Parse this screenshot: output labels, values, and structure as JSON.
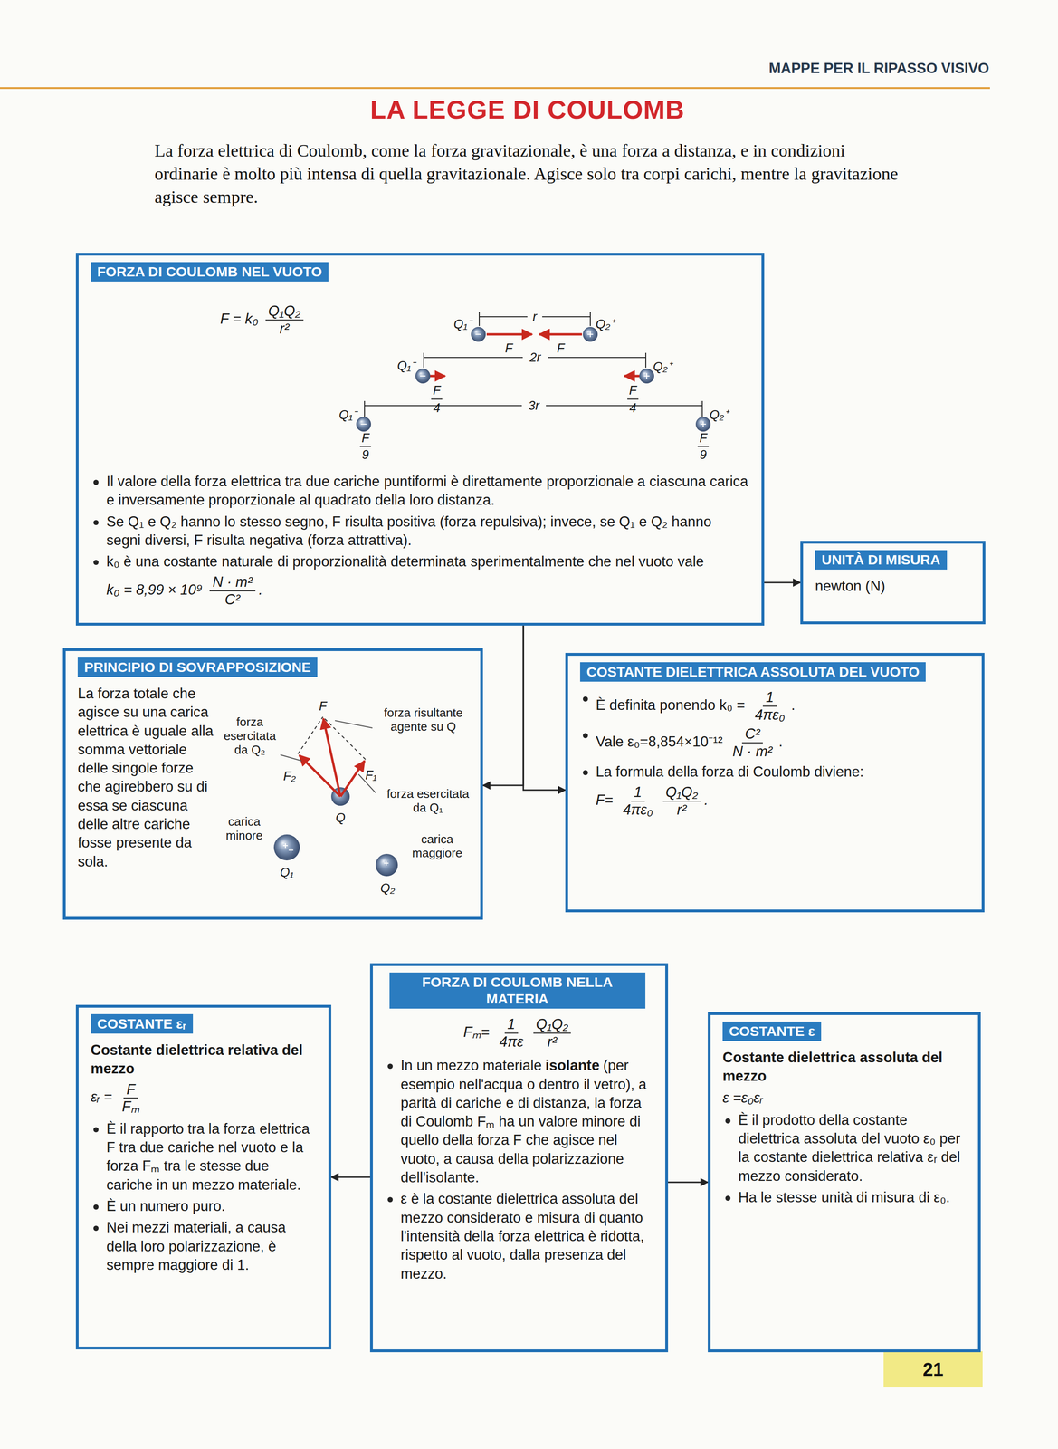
{
  "diagram": {
    "title": "LA LEGGE DI COULOMB",
    "nodes": [
      {
        "text": [
          "FORZA DI COULOMB NEL VUOTO",
          "F = k₀",
          "Q₁Q₂",
          "r²",
          "Il valore della forza elettrica tra due cariche puntiformi è direttamente proporzionale a ciascuna carica e inversamente proporzionale al quadrato della loro distanza.",
          "Se Q₁ e Q₂ hanno lo stesso segno, F risulta positiva (forza repulsiva); invece, se Q₁ e Q₂ hanno segni diversi, F risulta negativa (forza attrattiva).",
          "k₀ è una costante naturale di proporzionalità determinata sperimentalmente che nel vuoto vale",
          "k₀ = 8,99 × 10⁹",
          "N · m²",
          "C²",
          "."
        ]
      },
      {
        "text": [
          "UNITÀ DI MISURA",
          "newton (N)"
        ]
      },
      {
        "text": [
          "PRINCIPIO DI SOVRAPPOSIZIONE",
          "La forza totale che agisce su una carica elettrica è uguale alla somma vettoriale delle singole forze che agirebbero su di essa se ciascuna delle altre cariche fosse presente da sola."
        ]
      },
      {
        "text": [
          "COSTANTE DIELETTRICA ASSOLUTA DEL VUOTO",
          "È definita ponendo k₀ =",
          "1",
          "4πε₀",
          ".",
          "Vale ε₀=8,854×10⁻¹²",
          "C²",
          "N · m²",
          ".",
          "La formula della forza di Coulomb diviene:",
          "F=",
          "1",
          "4πε₀",
          "Q₁Q₂",
          "r²",
          "."
        ]
      },
      {
        "text": [
          "FORZA DI COULOMB NELLA MATERIA",
          "Fₘ=",
          "1",
          "4πε",
          "Q₁Q₂",
          "r²",
          "In un mezzo materiale",
          "isolante",
          "(per esempio nell'acqua o dentro il vetro), a parità di cariche e di distanza, la forza di Coulomb Fₘ ha un valore minore di quello della forza F che agisce nel vuoto, a causa della polarizzazione dell'isolante.",
          "ε è la costante dielettrica assoluta del mezzo considerato e misura di quanto l'intensità della forza elettrica è ridotta, rispetto al vuoto, dalla presenza del mezzo."
        ]
      },
      {
        "text": [
          "COSTANTE εᵣ",
          "Costante dielettrica relativa del mezzo",
          "εᵣ =",
          "F",
          "Fₘ",
          "È il rapporto tra la forza elettrica F tra due cariche nel vuoto e la forza Fₘ tra le stesse due cariche in un mezzo materiale.",
          "È un numero puro.",
          "Nei mezzi materiali, a causa della loro polarizzazione, è sempre maggiore di 1."
        ]
      },
      {
        "text": [
          "COSTANTE ε",
          "Costante dielettrica assoluta del mezzo",
          "ε =ε₀εᵣ",
          "È il prodotto della costante dielettrica assoluta del vuoto ε₀ per la costante dielettrica relativa εᵣ del mezzo considerato.",
          "Ha le stesse unità di misura di ε₀."
        ]
      }
    ],
    "edges": [
      {
        "from": 0,
        "to": 1,
        "arrow": "to"
      },
      {
        "from": 0,
        "to": 2,
        "arrow": "to"
      },
      {
        "from": 0,
        "to": 3,
        "arrow": "to"
      },
      {
        "from": 4,
        "to": 5,
        "arrow": "to"
      },
      {
        "from": 4,
        "to": 6,
        "arrow": "to"
      }
    ],
    "labels": [
      "MAPPE PER IL RIPASSO VISIVO",
      "La forza elettrica di Coulomb, come la forza gravitazionale, è una forza a distanza, e in condizioni ordinarie è molto più intensa di quella gravitazionale. Agisce solo tra corpi carichi, mentre la gravitazione agisce sempre.",
      "Q₁⁻",
      "r",
      "Q₂⁺",
      "F",
      "F",
      "Q₁⁻",
      "2r",
      "Q₂⁺",
      "F",
      "4",
      "F",
      "4",
      "Q₁⁻",
      "3r",
      "Q₂⁺",
      "F",
      "9",
      "F",
      "9",
      "forza esercitata da Q₂",
      "F",
      "F₂",
      "F₁",
      "forza risultante agente su Q",
      "forza esercitata da Q₁",
      "carica minore",
      "Q",
      "carica maggiore",
      "Q₁",
      "Q₂",
      "21"
    ]
  }
}
